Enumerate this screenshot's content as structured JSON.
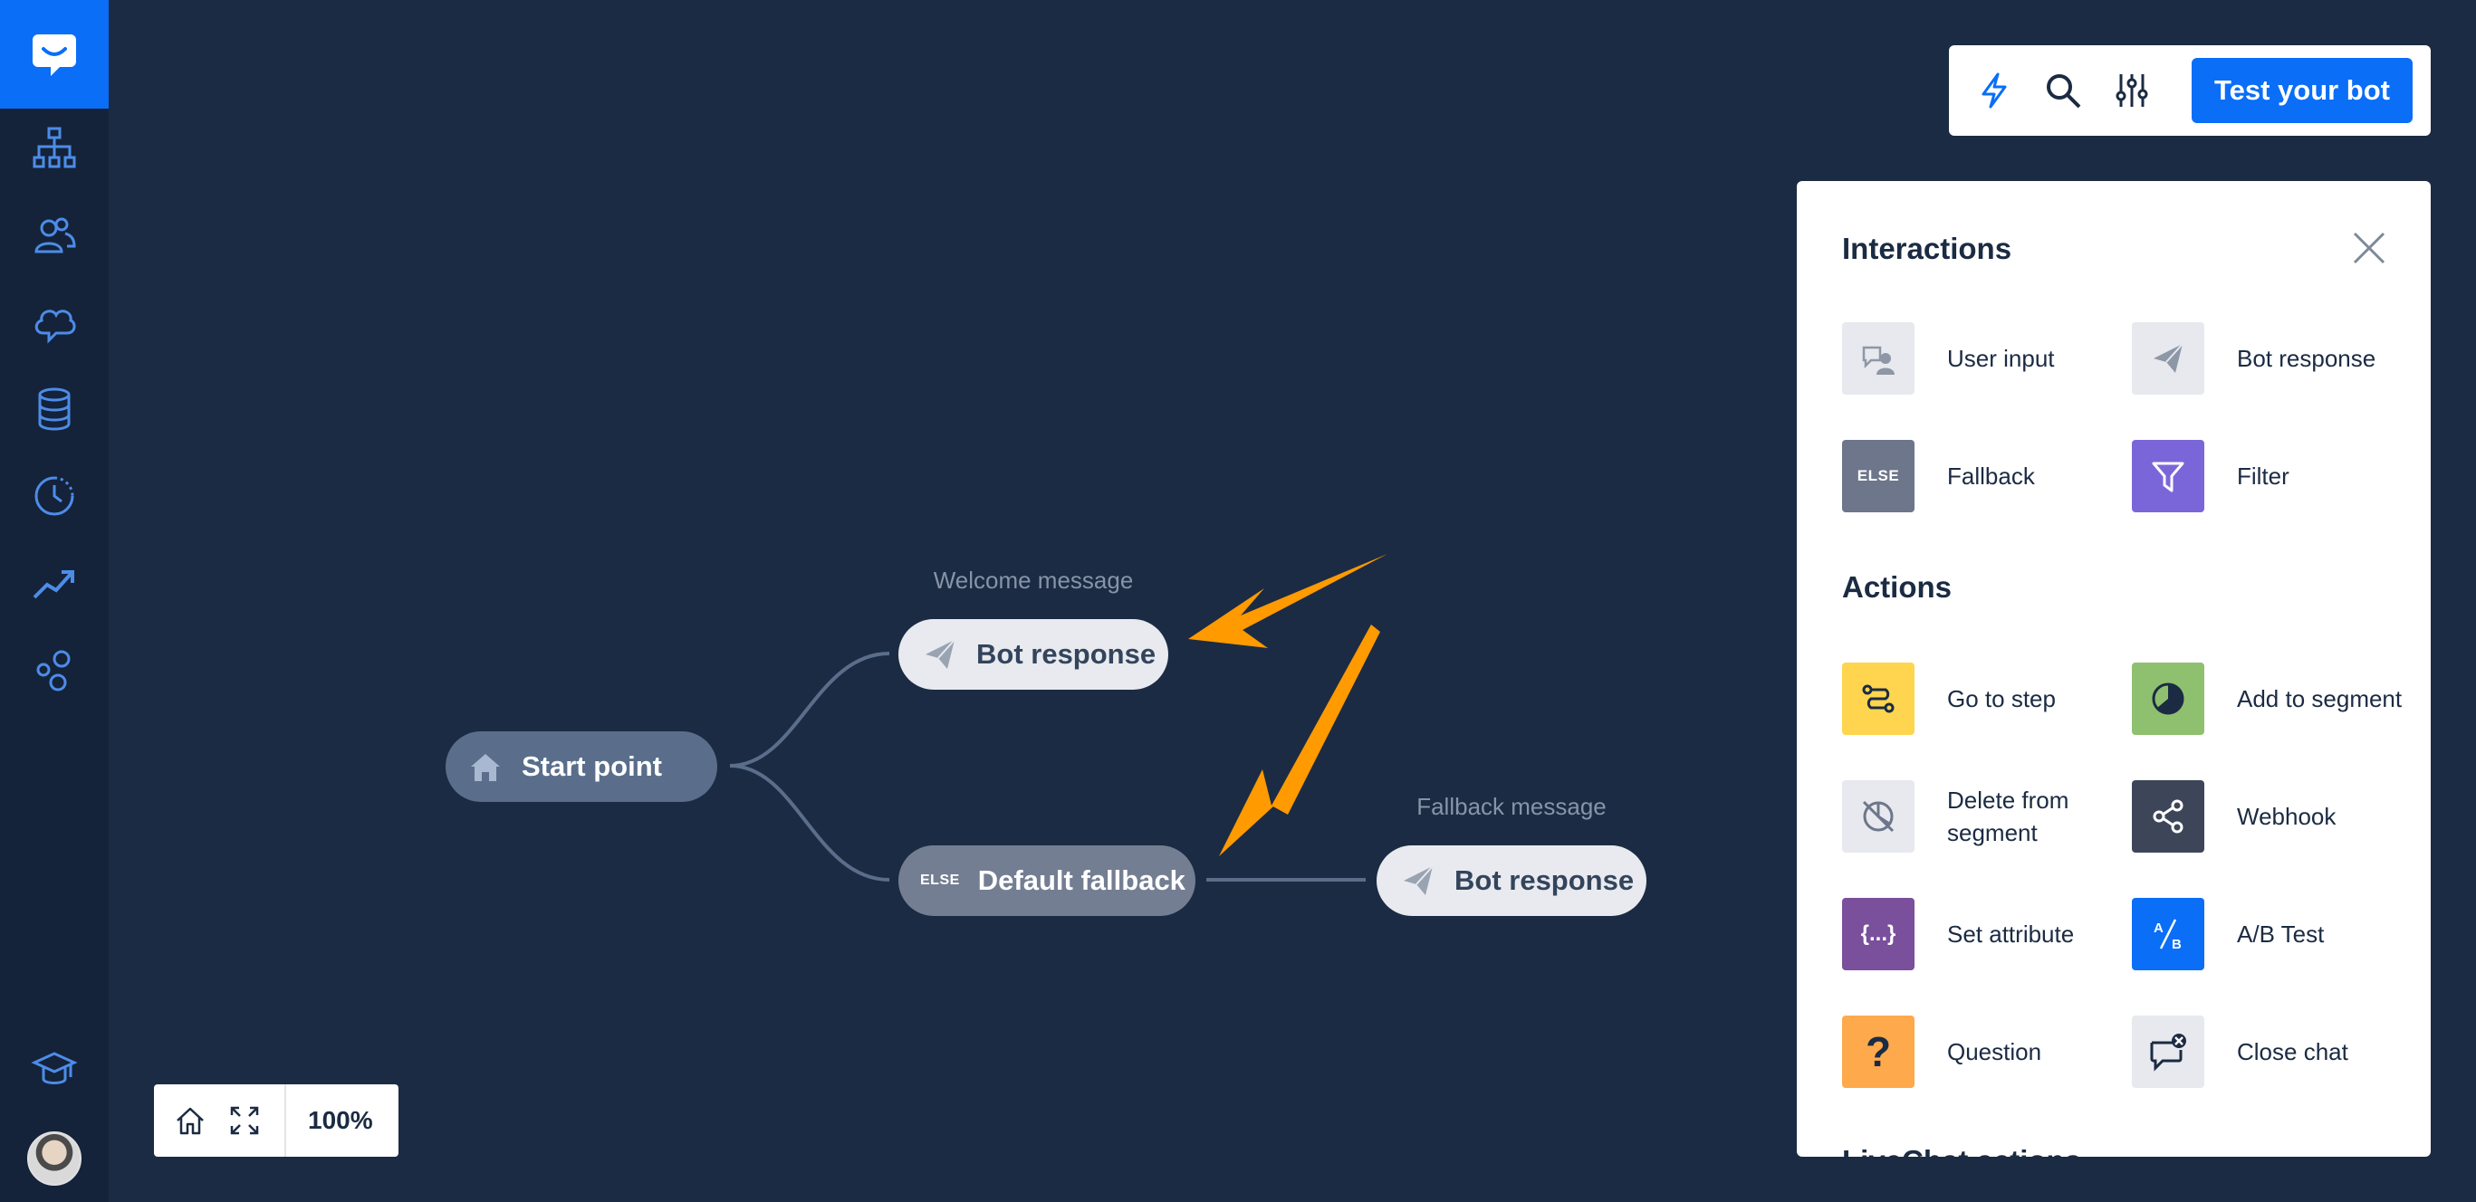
{
  "colors": {
    "canvas": "#1b2b43",
    "sidebar": "#14233a",
    "accent": "#0a6ef7",
    "arrow": "#ff9a00"
  },
  "sidebar": {
    "logo": "chat-bubble-icon",
    "items": [
      {
        "icon": "flow-tree-icon"
      },
      {
        "icon": "users-icon"
      },
      {
        "icon": "cloud-bubble-icon"
      },
      {
        "icon": "database-icon"
      },
      {
        "icon": "history-clock-icon"
      },
      {
        "icon": "trending-up-icon"
      },
      {
        "icon": "bubbles-icon"
      },
      {
        "icon": "graduation-cap-icon"
      }
    ]
  },
  "toolbar": {
    "icons": [
      "lightning-icon",
      "search-icon",
      "sliders-icon"
    ],
    "test_button": "Test your bot"
  },
  "panel": {
    "interactions_title": "Interactions",
    "interactions": [
      {
        "label": "User input",
        "icon": "user-input-icon",
        "bg": "#e7e9ee"
      },
      {
        "label": "Bot response",
        "icon": "paper-plane-icon",
        "bg": "#e7e9ee"
      },
      {
        "label": "Fallback",
        "icon": "else-icon",
        "bg": "#6d768a",
        "tag": "ELSE"
      },
      {
        "label": "Filter",
        "icon": "funnel-icon",
        "bg": "#7b66d9"
      }
    ],
    "actions_title": "Actions",
    "actions": [
      {
        "label": "Go to step",
        "icon": "route-icon",
        "bg": "#ffd54f"
      },
      {
        "label": "Add to segment",
        "icon": "pie-chart-icon",
        "bg": "#8fc06f"
      },
      {
        "label": "Delete from segment",
        "icon": "segment-off-icon",
        "bg": "#e7e9ee"
      },
      {
        "label": "Webhook",
        "icon": "share-nodes-icon",
        "bg": "#3d4659"
      },
      {
        "label": "Set attribute",
        "icon": "braces-icon",
        "bg": "#7a4f9c",
        "tag": "{...}"
      },
      {
        "label": "A/B Test",
        "icon": "ab-test-icon",
        "bg": "#0a6ef7"
      },
      {
        "label": "Question",
        "icon": "question-icon",
        "bg": "#ffa94d",
        "tag": "?"
      },
      {
        "label": "Close chat",
        "icon": "close-chat-icon",
        "bg": "#e7e9ee"
      }
    ],
    "cut_off_title": "LiveChat actions"
  },
  "flow": {
    "start": {
      "label": "Start point",
      "icon": "home-icon"
    },
    "welcome": {
      "caption": "Welcome message",
      "label": "Bot response",
      "icon": "paper-plane-icon"
    },
    "fallback": {
      "label": "Default fallback",
      "tag": "ELSE"
    },
    "fallback_response": {
      "caption": "Fallback message",
      "label": "Bot response",
      "icon": "paper-plane-icon"
    }
  },
  "zoom": {
    "icons": [
      "home-outline-icon",
      "fit-screen-icon"
    ],
    "level": "100%"
  }
}
